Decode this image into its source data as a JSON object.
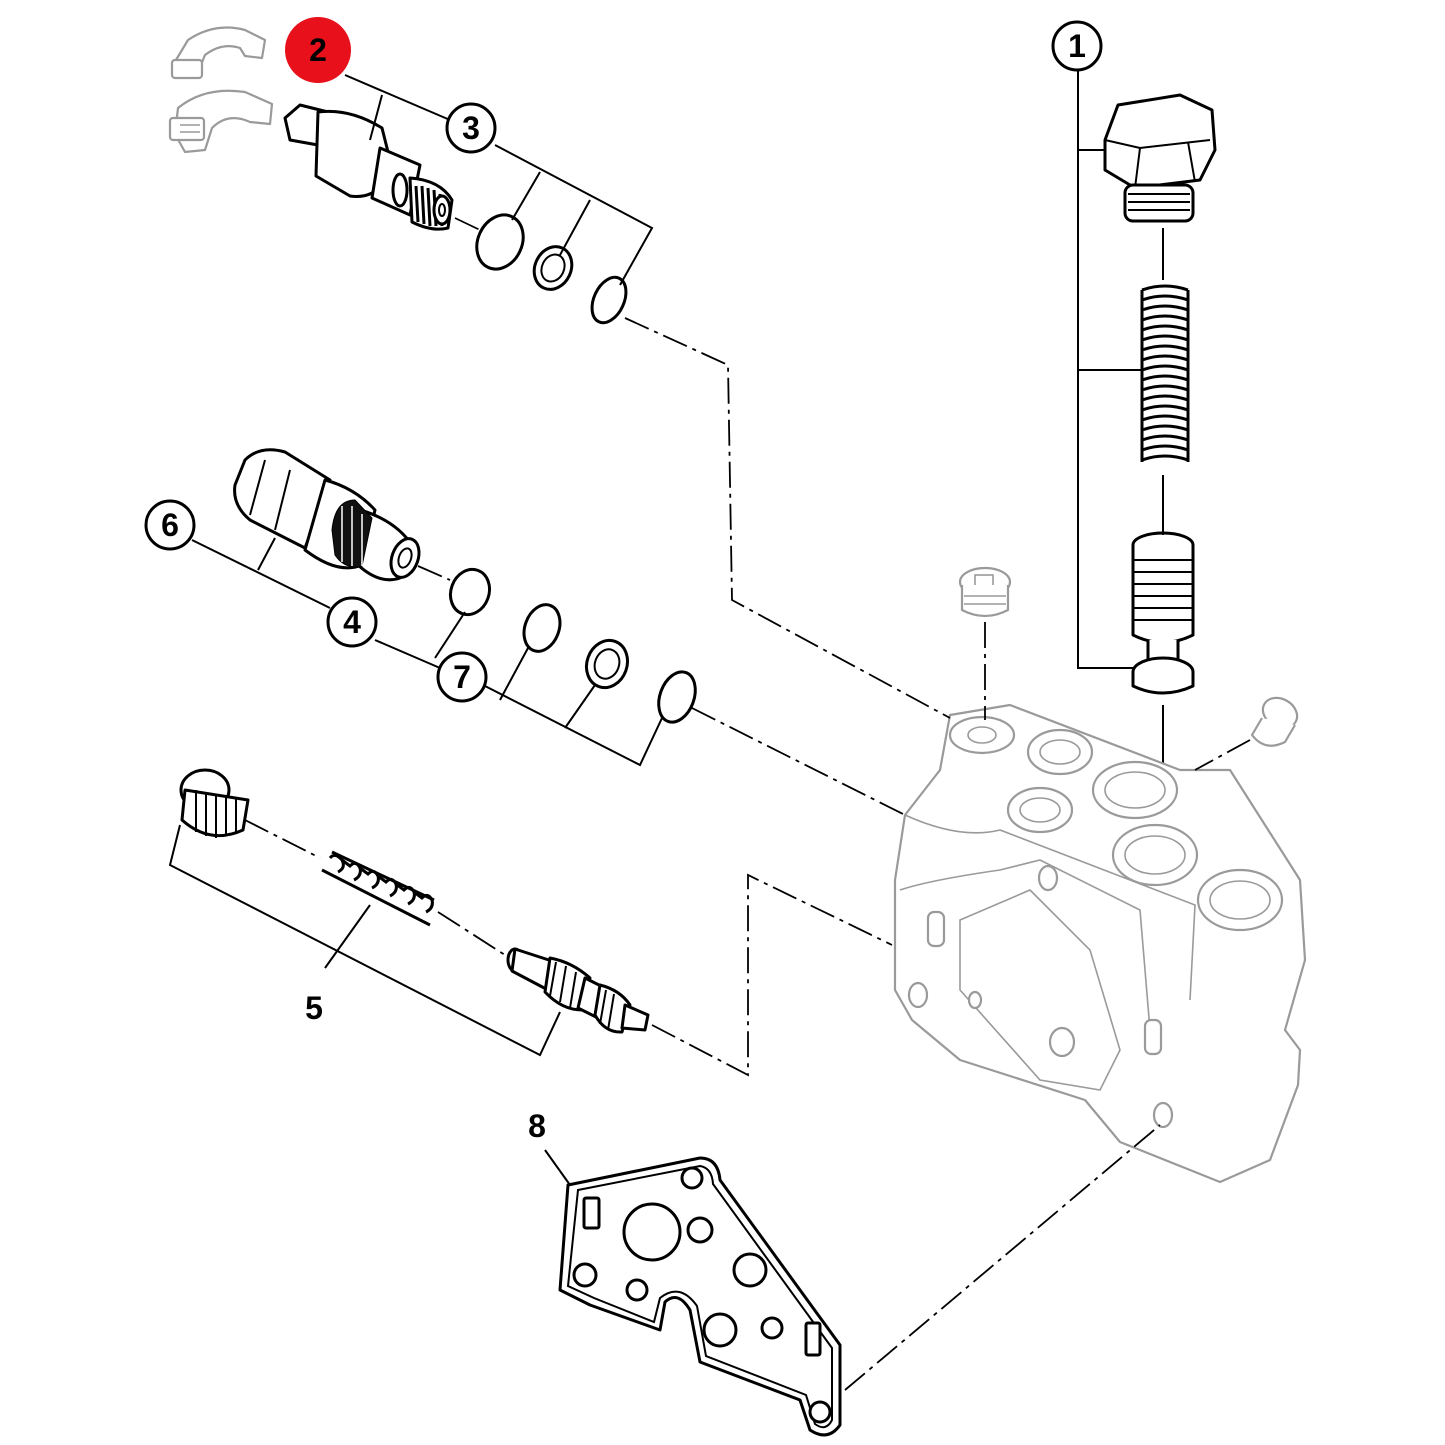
{
  "callouts": [
    {
      "id": "1",
      "label": "1",
      "style": "circle"
    },
    {
      "id": "2",
      "label": "2",
      "style": "highlight"
    },
    {
      "id": "3",
      "label": "3",
      "style": "circle"
    },
    {
      "id": "4",
      "label": "4",
      "style": "circle"
    },
    {
      "id": "5",
      "label": "5",
      "style": "plain"
    },
    {
      "id": "6",
      "label": "6",
      "style": "circle"
    },
    {
      "id": "7",
      "label": "7",
      "style": "circle"
    },
    {
      "id": "8",
      "label": "8",
      "style": "plain"
    }
  ],
  "colors": {
    "line": "#000000",
    "ghost": "#9a9a9a",
    "highlight": "#e8101a",
    "background": "#ffffff"
  }
}
